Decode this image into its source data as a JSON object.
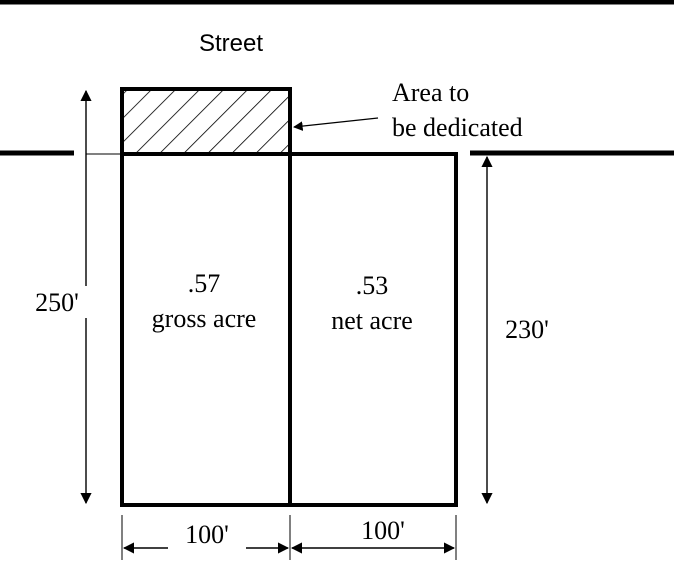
{
  "street_label": "Street",
  "dedication_label": {
    "line1": "Area to",
    "line2": "be dedicated"
  },
  "gross_parcel": {
    "value": ".57",
    "unit": "gross acre"
  },
  "net_parcel": {
    "value": ".53",
    "unit": "net acre"
  },
  "dimensions": {
    "left_depth": "250'",
    "right_depth": "230'",
    "left_width": "100'",
    "right_width": "100'"
  }
}
